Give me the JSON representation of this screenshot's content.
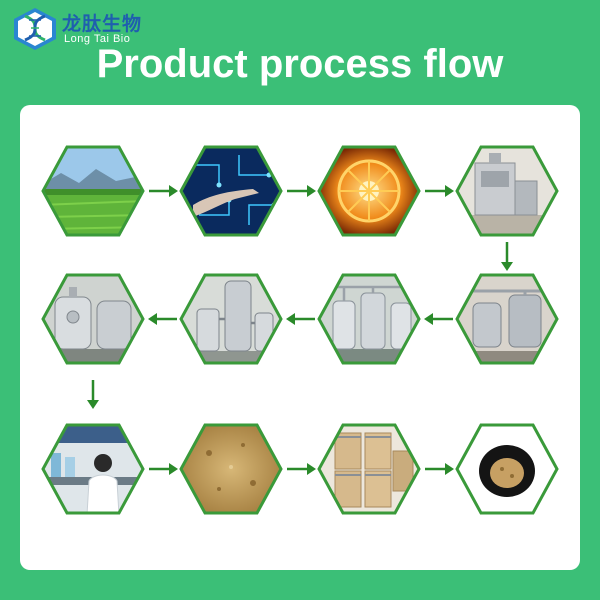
{
  "header": {
    "brand_cn": "龙肽生物",
    "brand_en": "Long Tai Bio",
    "title": "Product process flow"
  },
  "colors": {
    "background": "#3bbf77",
    "panel": "#ffffff",
    "hex_border": "#3a9a3a",
    "arrow": "#2a8a2a",
    "brand_blue": "#1f5fae"
  },
  "steps": [
    {
      "icon": "raw-material-field-photo"
    },
    {
      "icon": "technology-hand-photo"
    },
    {
      "icon": "extraction-turbine-photo"
    },
    {
      "icon": "crushing-machine-photo"
    },
    {
      "icon": "reaction-tanks-photo"
    },
    {
      "icon": "filtration-vessels-photo"
    },
    {
      "icon": "evaporator-photo"
    },
    {
      "icon": "steel-tanks-photo"
    },
    {
      "icon": "lab-testing-photo"
    },
    {
      "icon": "powder-product-photo"
    },
    {
      "icon": "packaging-drums-photo"
    },
    {
      "icon": "powder-dish-photo"
    }
  ]
}
